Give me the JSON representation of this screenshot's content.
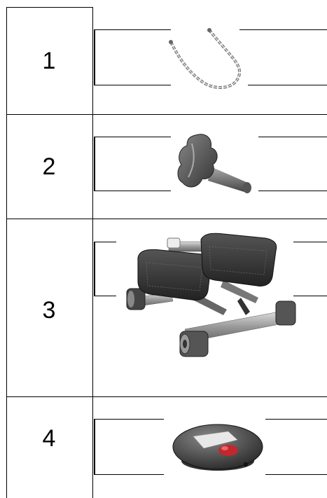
{
  "parts": [
    {
      "number": "1",
      "icon": "chain-cable-icon"
    },
    {
      "number": "2",
      "icon": "knob-bolt-icon"
    },
    {
      "number": "3",
      "icon": "stepper-machine-icon"
    },
    {
      "number": "4",
      "icon": "display-monitor-icon"
    }
  ]
}
